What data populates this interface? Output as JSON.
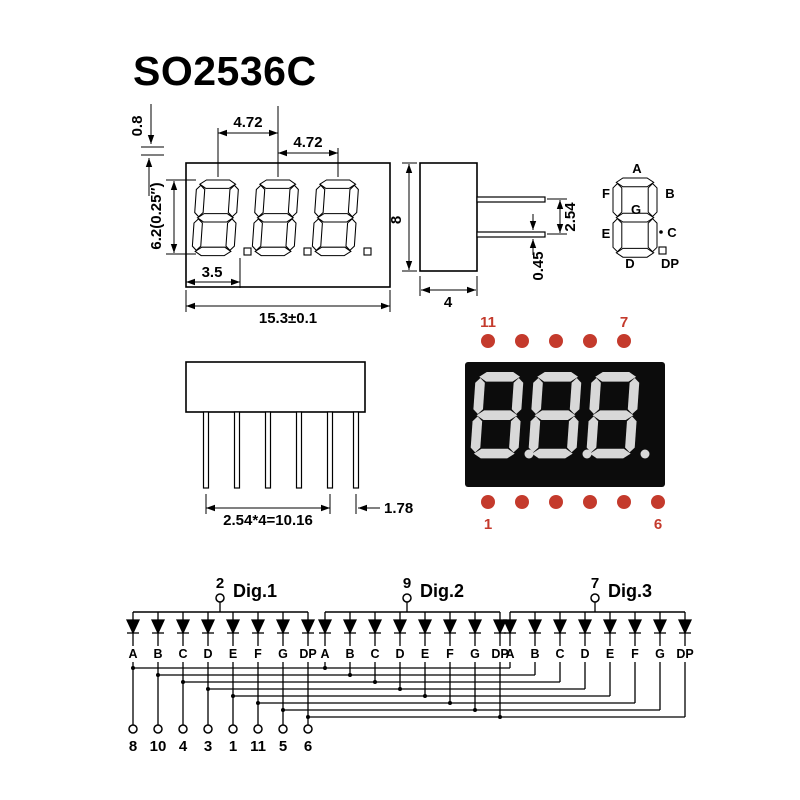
{
  "title": "SO2536C",
  "front_view": {
    "dim_pitch_1": "4.72",
    "dim_pitch_2": "4.72",
    "dim_top_gap": "0.8",
    "dim_digit_height": "6.2(0.25″)",
    "dim_digit_width": "3.5",
    "dim_total_width": "15.3±0.1"
  },
  "side_view": {
    "dim_height": "8",
    "dim_pin_pitch": "2.54",
    "dim_pin_thickness": "0.45",
    "dim_depth": "4"
  },
  "segment_diagram": {
    "a": "A",
    "f": "F",
    "b": "B",
    "g": "G",
    "e": "E",
    "c": "C",
    "d": "D",
    "dp": "DP"
  },
  "bottom_view": {
    "dim_pitch": "2.54*4=10.16",
    "dim_end": "1.78"
  },
  "display_photo": {
    "top_left_pin": "11",
    "top_right_pin": "7",
    "bottom_left_pin": "1",
    "bottom_right_pin": "6"
  },
  "schematic": {
    "digits": [
      {
        "pin": "2",
        "label": "Dig.1"
      },
      {
        "pin": "9",
        "label": "Dig.2"
      },
      {
        "pin": "7",
        "label": "Dig.3"
      }
    ],
    "segments": [
      "A",
      "B",
      "C",
      "D",
      "E",
      "F",
      "G",
      "DP"
    ],
    "bottom_pins": [
      "8",
      "10",
      "4",
      "3",
      "1",
      "11",
      "5",
      "6"
    ]
  },
  "colors": {
    "accent_red": "#c43a2c",
    "line_black": "#000000",
    "photo_segment_gray": "#d8d8d8"
  }
}
